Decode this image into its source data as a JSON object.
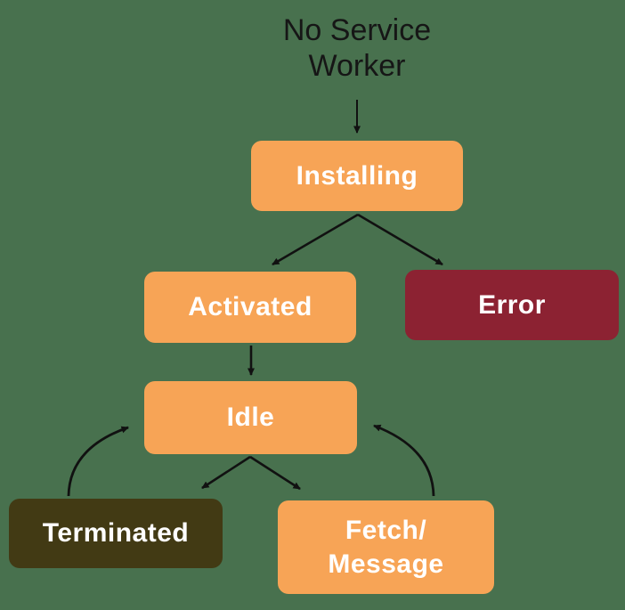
{
  "diagram": {
    "kind": "service-worker-lifecycle-state-diagram",
    "background_color": "#48714E",
    "arrow_color": "#111111",
    "title": {
      "text": "No Service\nWorker",
      "color": "#161616"
    },
    "nodes": [
      {
        "id": "installing",
        "label": "Installing",
        "color": "#F7A456",
        "text_color": "#FFFFFF"
      },
      {
        "id": "activated",
        "label": "Activated",
        "color": "#F7A456",
        "text_color": "#FFFFFF"
      },
      {
        "id": "error",
        "label": "Error",
        "color": "#8C2232",
        "text_color": "#FFFFFF"
      },
      {
        "id": "idle",
        "label": "Idle",
        "color": "#F7A456",
        "text_color": "#FFFFFF"
      },
      {
        "id": "terminated",
        "label": "Terminated",
        "color": "#423A14",
        "text_color": "#FFFFFF"
      },
      {
        "id": "fetch_message",
        "label": "Fetch/\nMessage",
        "color": "#F7A456",
        "text_color": "#FFFFFF"
      }
    ],
    "edges": [
      {
        "from": "no-service-worker",
        "to": "installing",
        "style": "straight"
      },
      {
        "from": "installing",
        "to": "activated",
        "style": "straight"
      },
      {
        "from": "installing",
        "to": "error",
        "style": "straight"
      },
      {
        "from": "activated",
        "to": "idle",
        "style": "straight"
      },
      {
        "from": "idle",
        "to": "terminated",
        "style": "straight"
      },
      {
        "from": "idle",
        "to": "fetch_message",
        "style": "straight"
      },
      {
        "from": "terminated",
        "to": "idle",
        "style": "curved"
      },
      {
        "from": "fetch_message",
        "to": "idle",
        "style": "curved"
      }
    ]
  }
}
